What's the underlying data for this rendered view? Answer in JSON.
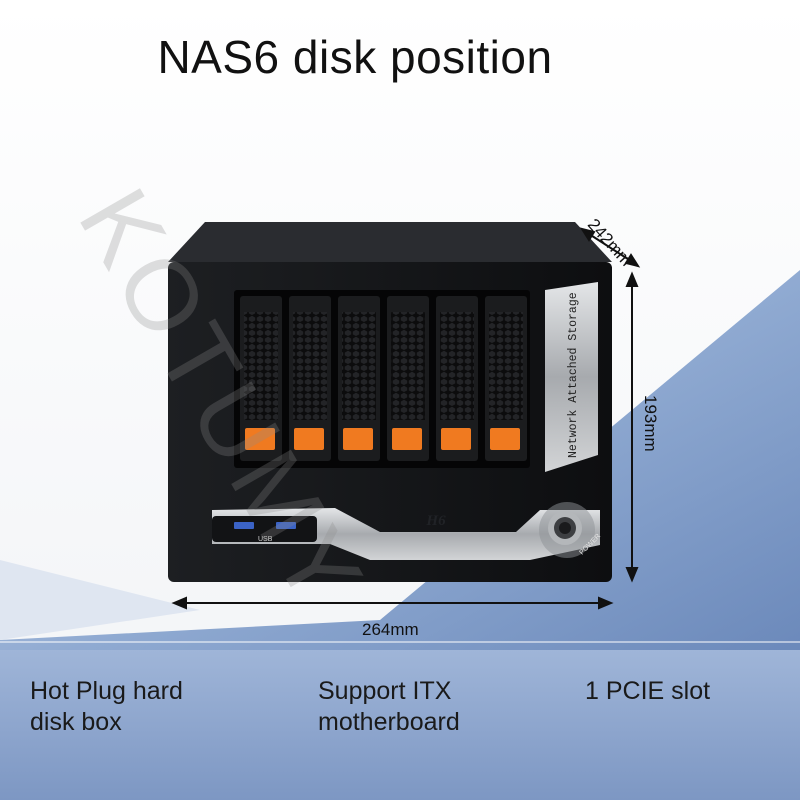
{
  "title": "NAS6 disk position",
  "dimensions": {
    "depth": "242mm",
    "height": "193mm",
    "width": "264mm"
  },
  "device": {
    "side_label": "Network Attached Storage",
    "logo": "H6",
    "usb_label": "USB",
    "power_label": "POWER",
    "drive_bays": 6
  },
  "features": [
    {
      "line1": "Hot Plug hard",
      "line2": "disk box"
    },
    {
      "line1": "Support ITX",
      "line2": "motherboard"
    },
    {
      "line1": "1 PCIE slot",
      "line2": ""
    }
  ],
  "watermark": "KOTUMY",
  "colors": {
    "chassis": "#141517",
    "bay_latch": "#f07a20",
    "panel_silver": "#b9bbbe",
    "band_blue": "#5a7fb8"
  }
}
